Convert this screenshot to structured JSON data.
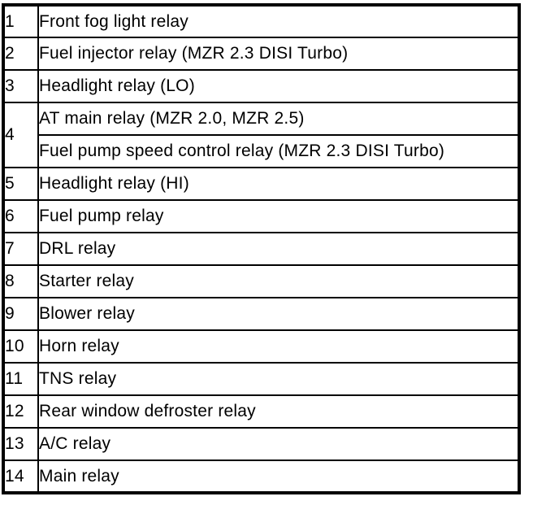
{
  "table": {
    "name": "relay-legend",
    "columns": [
      "number",
      "relay-name"
    ],
    "rows": [
      {
        "num": "1",
        "labels": [
          "Front fog light relay"
        ]
      },
      {
        "num": "2",
        "labels": [
          "Fuel injector relay (MZR 2.3 DISI Turbo)"
        ]
      },
      {
        "num": "3",
        "labels": [
          "Headlight relay (LO)"
        ]
      },
      {
        "num": "4",
        "labels": [
          "AT main relay (MZR 2.0, MZR 2.5)",
          "Fuel pump speed control relay (MZR 2.3 DISI Turbo)"
        ]
      },
      {
        "num": "5",
        "labels": [
          "Headlight relay (HI)"
        ]
      },
      {
        "num": "6",
        "labels": [
          "Fuel pump relay"
        ]
      },
      {
        "num": "7",
        "labels": [
          "DRL relay"
        ]
      },
      {
        "num": "8",
        "labels": [
          "Starter relay"
        ]
      },
      {
        "num": "9",
        "labels": [
          "Blower relay"
        ]
      },
      {
        "num": "10",
        "labels": [
          "Horn relay"
        ]
      },
      {
        "num": "11",
        "labels": [
          "TNS relay"
        ]
      },
      {
        "num": "12",
        "labels": [
          "Rear window defroster relay"
        ]
      },
      {
        "num": "13",
        "labels": [
          "A/C relay"
        ]
      },
      {
        "num": "14",
        "labels": [
          "Main relay"
        ]
      }
    ],
    "colors": {
      "border": "#000000",
      "background": "#ffffff",
      "text": "#000000"
    }
  }
}
